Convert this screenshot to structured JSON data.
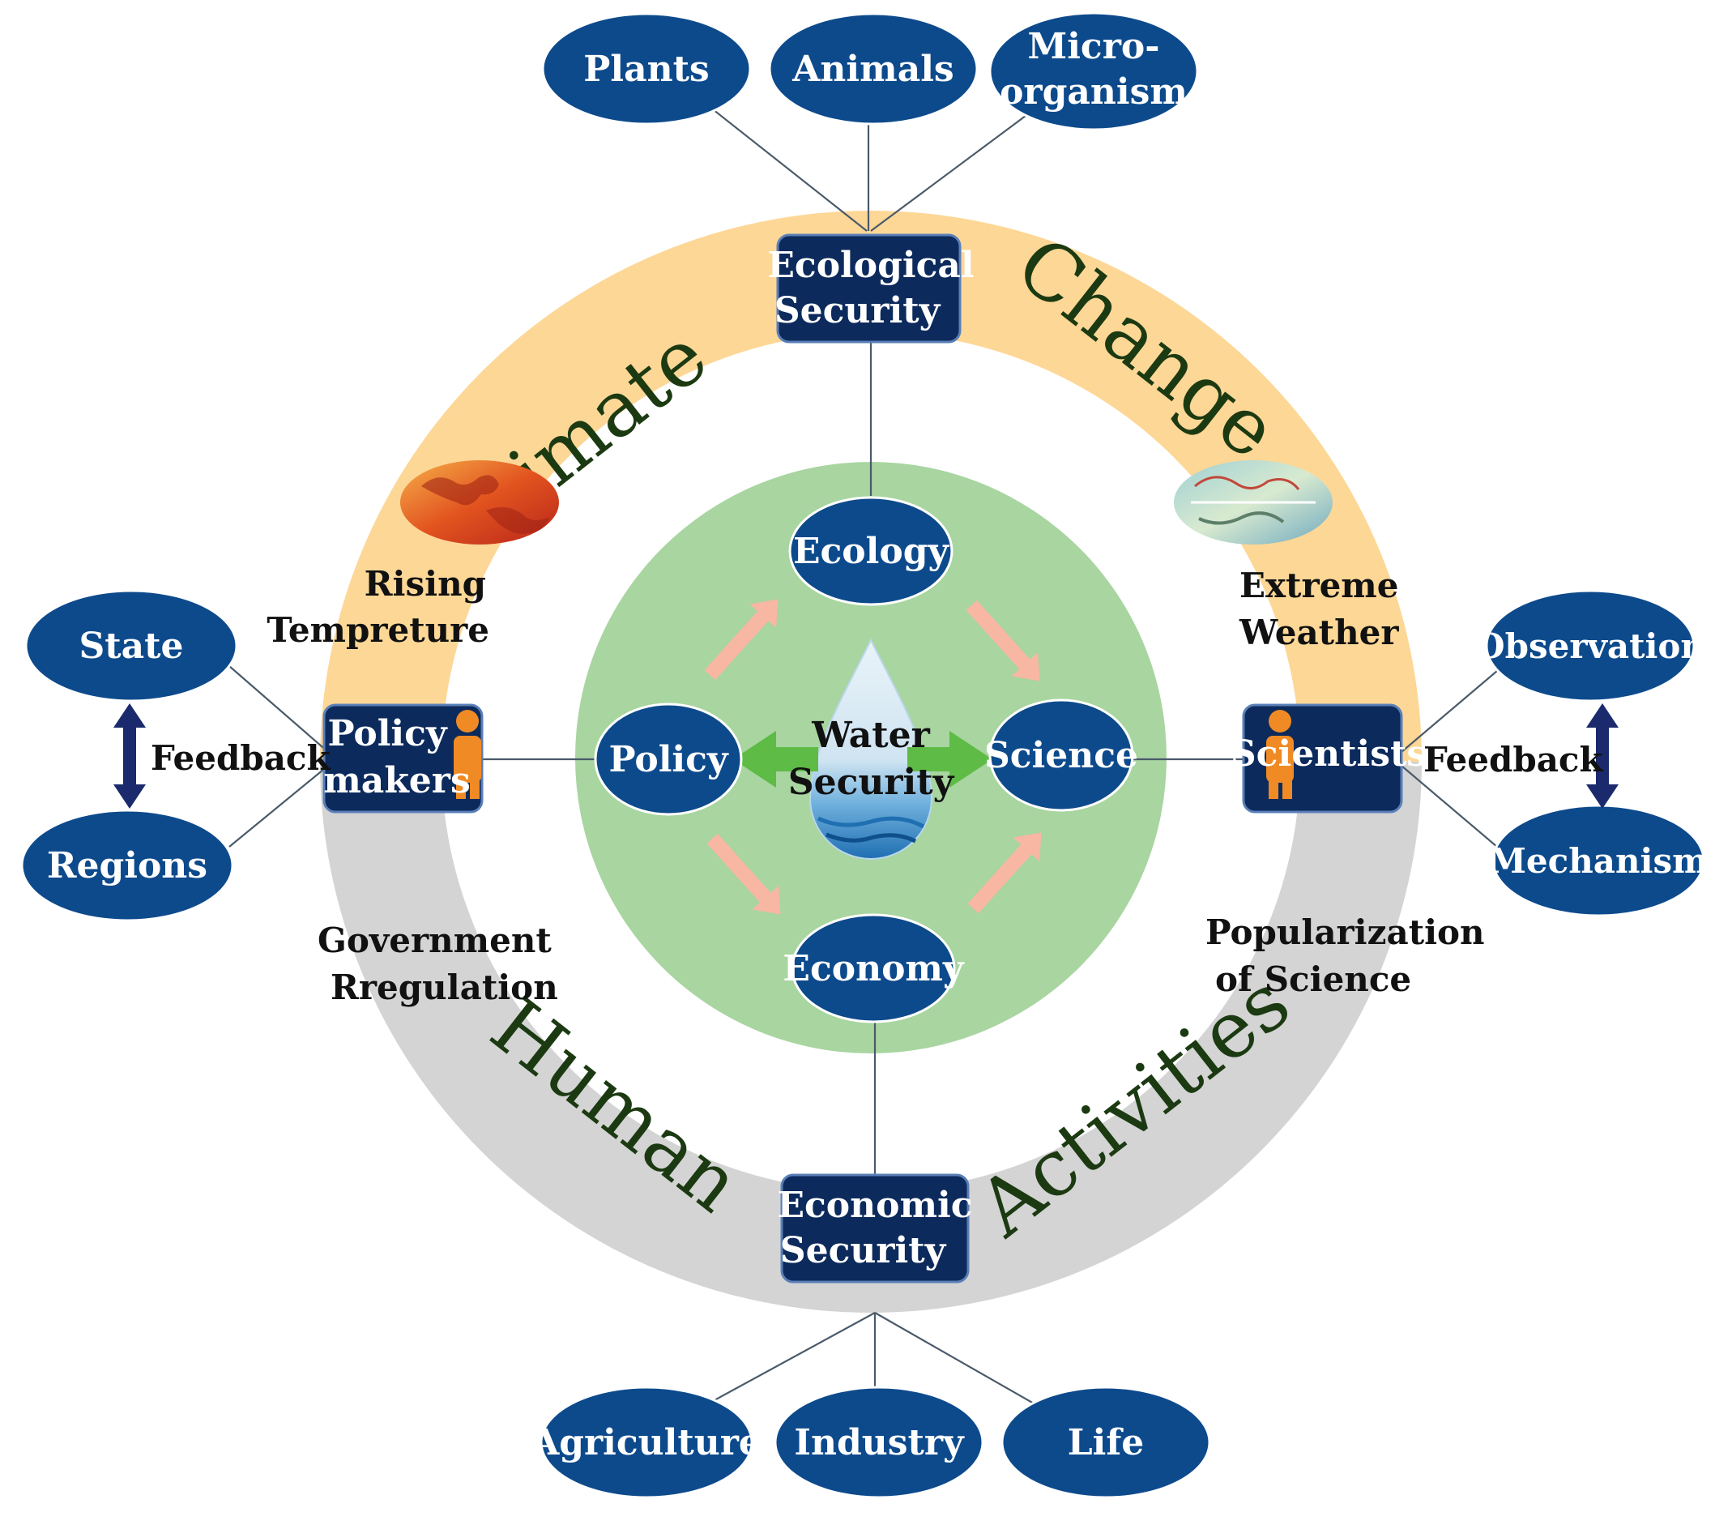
{
  "ring": {
    "top_words": [
      "Climate",
      "Change"
    ],
    "bottom_words": [
      "Human",
      "Activities"
    ],
    "top_color": "#fdd796",
    "bottom_color": "#d4d4d4"
  },
  "core": {
    "label_line1": "Water",
    "label_line2": "Security",
    "color": "#a8d5a0",
    "nodes": {
      "ecology": "Ecology",
      "policy": "Policy",
      "science": "Science",
      "economy": "Economy"
    }
  },
  "boxes": {
    "ecological_security": [
      "Ecological",
      "Security"
    ],
    "economic_security": [
      "Economic",
      "Security"
    ],
    "policy_makers": [
      "Policy",
      "makers"
    ],
    "scientists": "Scientists"
  },
  "ecological_children": {
    "plants": "Plants",
    "animals": "Animals",
    "microorganism": [
      "Micro-",
      "organism"
    ]
  },
  "economic_children": {
    "agriculture": "Agriculture",
    "industry": "Industry",
    "life": "Life"
  },
  "left_side": {
    "state": "State",
    "regions": "Regions",
    "feedback": "Feedback"
  },
  "right_side": {
    "observation": "Observation",
    "mechanism": "Mechanism",
    "feedback": "Feedback"
  },
  "annotations": {
    "rising": [
      "Rising",
      "Tempreture"
    ],
    "extreme": [
      "Extreme",
      "Weather"
    ],
    "government": [
      "Government",
      "Rregulation"
    ],
    "popularization": [
      "Popularization",
      "of Science"
    ]
  },
  "colors": {
    "node_blue": "#0d4a8c",
    "box_navy": "#0c2a5c",
    "person_orange": "#f08a24",
    "arrow_salmon": "#f7b7a3",
    "arrow_green": "#5dbb46",
    "feedback_arrow": "#1a2a6c"
  }
}
